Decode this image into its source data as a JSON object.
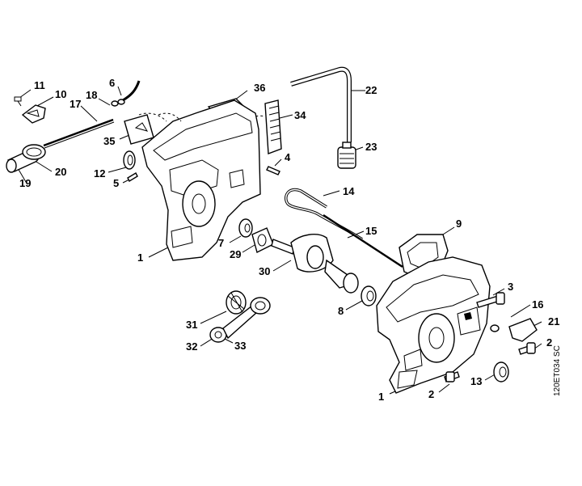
{
  "diagram": {
    "code": "120ET034 SC",
    "callouts": [
      {
        "id": "c11",
        "text": "11"
      },
      {
        "id": "c10",
        "text": "10"
      },
      {
        "id": "c17",
        "text": "17"
      },
      {
        "id": "c18",
        "text": "18"
      },
      {
        "id": "c6",
        "text": "6"
      },
      {
        "id": "c36",
        "text": "36"
      },
      {
        "id": "c22",
        "text": "22"
      },
      {
        "id": "c34",
        "text": "34"
      },
      {
        "id": "c35",
        "text": "35"
      },
      {
        "id": "c23",
        "text": "23"
      },
      {
        "id": "c4",
        "text": "4"
      },
      {
        "id": "c12",
        "text": "12"
      },
      {
        "id": "c20",
        "text": "20"
      },
      {
        "id": "c19",
        "text": "19"
      },
      {
        "id": "c5",
        "text": "5"
      },
      {
        "id": "c14",
        "text": "14"
      },
      {
        "id": "c9",
        "text": "9"
      },
      {
        "id": "c7",
        "text": "7"
      },
      {
        "id": "c15",
        "text": "15"
      },
      {
        "id": "c29",
        "text": "29"
      },
      {
        "id": "c1a",
        "text": "1"
      },
      {
        "id": "c30",
        "text": "30"
      },
      {
        "id": "c3",
        "text": "3"
      },
      {
        "id": "c8",
        "text": "8"
      },
      {
        "id": "c16",
        "text": "16"
      },
      {
        "id": "c31",
        "text": "31"
      },
      {
        "id": "c21",
        "text": "21"
      },
      {
        "id": "c32",
        "text": "32"
      },
      {
        "id": "c33",
        "text": "33"
      },
      {
        "id": "c2a",
        "text": "2"
      },
      {
        "id": "c13",
        "text": "13"
      },
      {
        "id": "c1b",
        "text": "1"
      },
      {
        "id": "c2b",
        "text": "2"
      }
    ]
  }
}
